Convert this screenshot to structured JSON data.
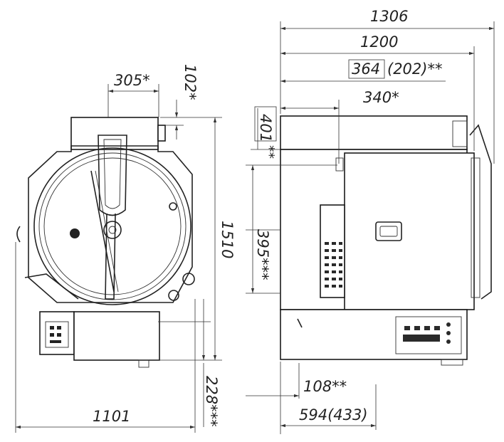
{
  "dimensions": {
    "overall_depth": "1306",
    "body_depth": "1200",
    "boxed_value": "364",
    "boxed_alt": "(202)**",
    "offset_340": "340*",
    "top_401": "401",
    "height_395": "395***",
    "base_108": "108**",
    "base_594": "594(433)",
    "width_1101": "1101",
    "height_1510": "1510",
    "top_305": "305*",
    "top_102": "102*",
    "bottom_228": "228***",
    "left_stars": "**"
  }
}
